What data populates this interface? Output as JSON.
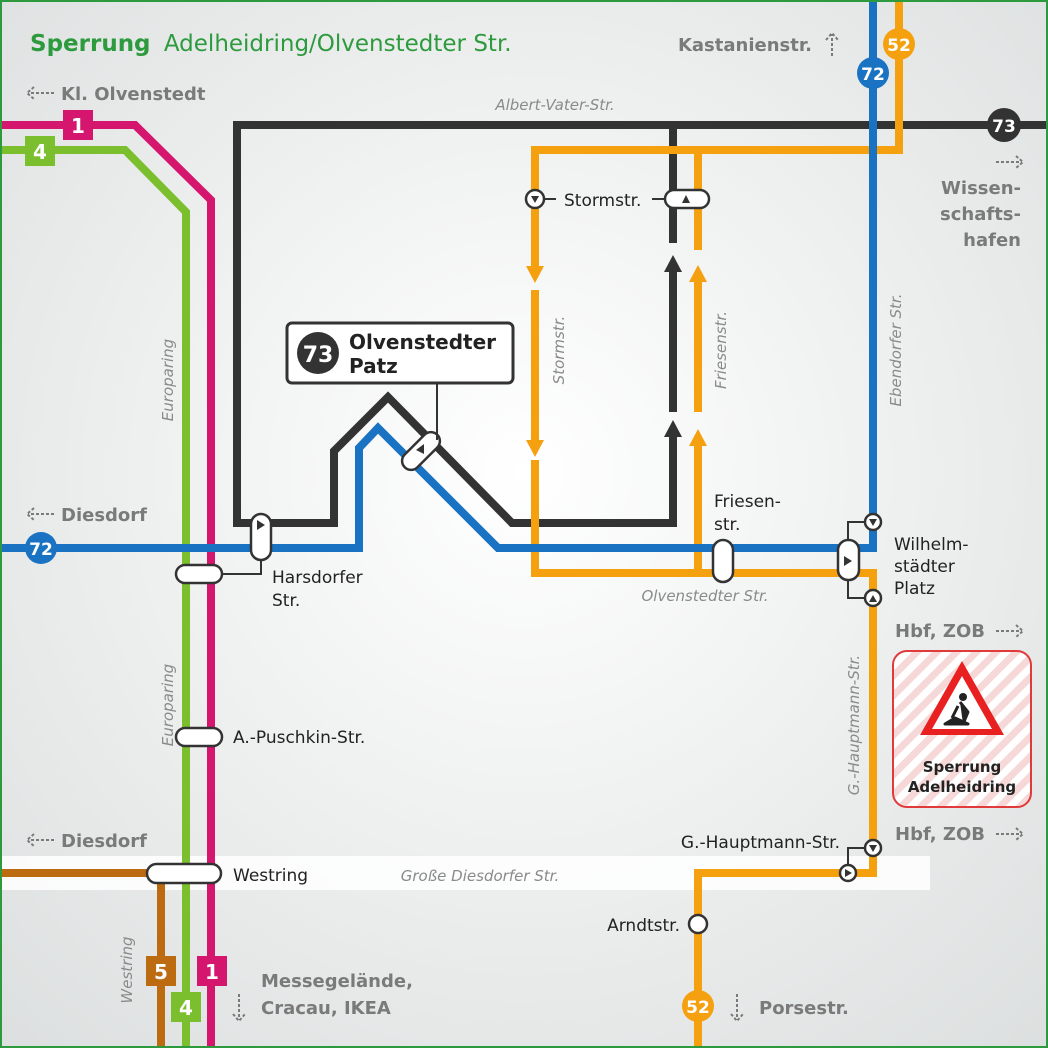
{
  "title": {
    "prefix": "Sperrung",
    "rest": "Adelheidring/Olvenstedter Str."
  },
  "directions": {
    "kastanien": "Kastanienstr.",
    "kl_olvenstedt": "Kl. Olvenstedt",
    "diesdorf_top": "Diesdorf",
    "diesdorf_bottom": "Diesdorf",
    "wissenschaftshafen": [
      "Wissen-",
      "schafts-",
      "hafen"
    ],
    "hbf_zob_1": "Hbf, ZOB",
    "hbf_zob_2": "Hbf, ZOB",
    "messe": [
      "Messegelände,",
      "Cracau, IKEA"
    ],
    "porsestr": "Porsestr."
  },
  "streets": {
    "albert_vater": "Albert-Vater-Str.",
    "europaring_1": "Europaring",
    "europaring_2": "Europaring",
    "stormstr": "Stormstr.",
    "friesenstr": "Friesenstr.",
    "ebendorfer": "Ebendorfer Str.",
    "olvenstedter": "Olvenstedter Str.",
    "g_hauptmann": "G.-Hauptmann-Str.",
    "grosse_diesdorfer": "Große Diesdorfer Str.",
    "westring": "Westring"
  },
  "stops": {
    "stormstr": "Stormstr.",
    "friesenstr": [
      "Friesen-",
      "str."
    ],
    "harsdorfer": [
      "Harsdorfer",
      "Str."
    ],
    "puschkin": "A.-Puschkin-Str.",
    "westring": "Westring",
    "wilhelmstaedter": [
      "Wilhelm-",
      "städter",
      "Platz"
    ],
    "g_hauptmann": "G.-Hauptmann-Str.",
    "arndtstr": "Arndtstr."
  },
  "callout": {
    "line": "73",
    "lines": [
      "Olvenstedter",
      "Patz"
    ]
  },
  "warning": {
    "lines": [
      "Sperrung",
      "Adelheidring"
    ]
  },
  "lines": {
    "l1": {
      "number": "1",
      "color": "#d4166f"
    },
    "l4": {
      "number": "4",
      "color": "#7cbf2e"
    },
    "l5": {
      "number": "5",
      "color": "#bd6b10"
    },
    "l52": {
      "number": "52",
      "color": "#f5a00f"
    },
    "l72": {
      "number": "72",
      "color": "#1a73c2"
    },
    "l73": {
      "number": "73",
      "color": "#333333"
    }
  },
  "colors": {
    "title_green": "#2e9a3e",
    "label_gray": "#7a7a7a",
    "border": "#2e9a3e"
  }
}
